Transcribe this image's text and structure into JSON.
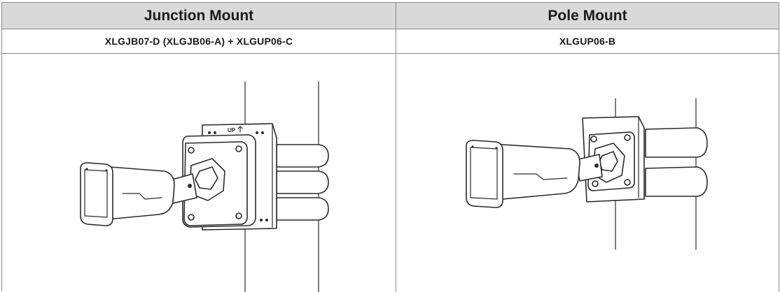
{
  "table": {
    "headers": [
      "Junction Mount",
      "Pole Mount"
    ],
    "models": [
      "XLGJB07-D (XLGJB06-A) + XLGUP06-C",
      "XLGUP06-B"
    ],
    "bracket_marking": "UP"
  }
}
